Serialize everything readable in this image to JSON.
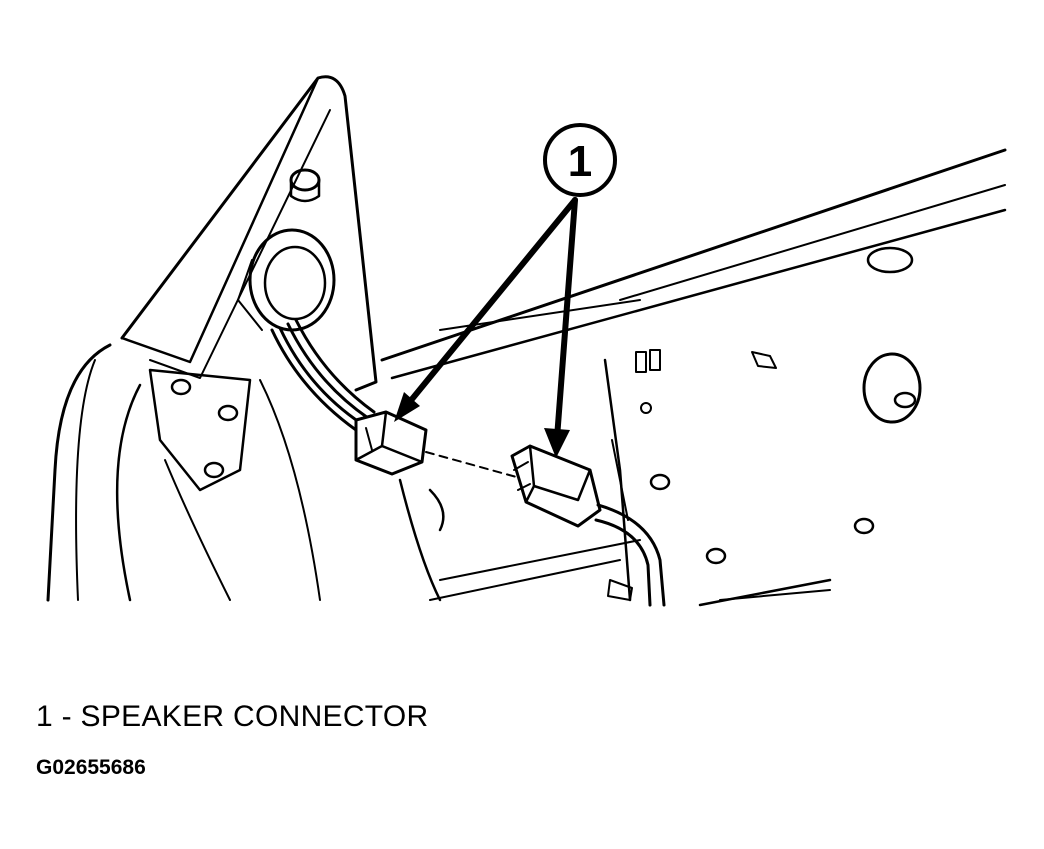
{
  "diagram": {
    "callout": {
      "number": "1"
    },
    "legend": [
      {
        "text": "1 - SPEAKER CONNECTOR"
      }
    ],
    "figure_id": "G02655686"
  }
}
